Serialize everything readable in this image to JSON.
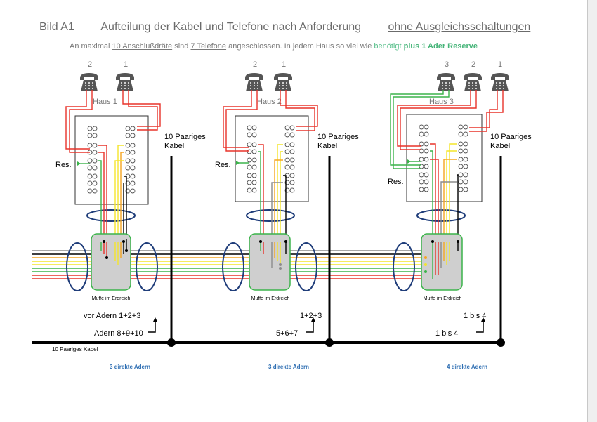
{
  "header": {
    "figure_label": "Bild A1",
    "title": "Aufteilung der Kabel und Telefone nach Anforderung",
    "title_variant": "ohne Ausgleichsschaltungen"
  },
  "subtitle": {
    "part1": "An maximal",
    "count1": "10 Anschlußdräte",
    "part2": "sind",
    "count2": "7 Telefone",
    "part3": "angeschlossen.   In jedem Haus so viel wie",
    "needed": "benötigt",
    "reserve": "plus 1 Ader Reserve"
  },
  "houses": [
    {
      "label": "Haus 1",
      "phone_numbers": [
        "2",
        "1"
      ],
      "res_label": "Res.",
      "cable_label_1": "10 Paariges",
      "cable_label_2": "Kabel",
      "splice_label": "Muffe im Erdreich",
      "route_top": "vor  Adern  1+2+3",
      "route_bottom": "Adern  8+9+10",
      "direct_label": "3 direkte Adern"
    },
    {
      "label": "Haus 2",
      "phone_numbers": [
        "2",
        "1"
      ],
      "res_label": "Res.",
      "cable_label_1": "10 Paariges",
      "cable_label_2": "Kabel",
      "splice_label": "Muffe im Erdreich",
      "route_top": "1+2+3",
      "route_bottom": "5+6+7",
      "direct_label": "3 direkte Adern"
    },
    {
      "label": "Haus 3",
      "phone_numbers": [
        "3",
        "2",
        "1"
      ],
      "res_label": "Res.",
      "cable_label_1": "10 Paariges",
      "cable_label_2": "Kabel",
      "splice_label": "Muffe im Erdreich",
      "route_top": "1 bis 4",
      "route_bottom": "1 bis 4",
      "direct_label": "4 direkte Adern"
    }
  ],
  "main_cable_label": "10 Paariges Kabel",
  "colors": {
    "red": "#e8332a",
    "green": "#3cb44b",
    "yellow": "#f4e52a",
    "orange": "#f5a623",
    "gray": "#8c8c8c",
    "black": "#000000",
    "navy": "#1f3d7a",
    "splice_fill": "#cfcfcf",
    "splice_border": "#3cb44b",
    "blue_text": "#2f6fb3"
  }
}
